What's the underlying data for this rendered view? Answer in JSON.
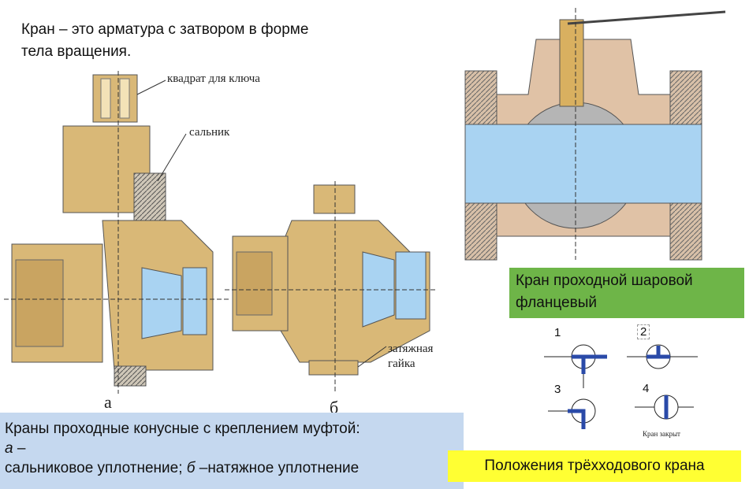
{
  "header": {
    "title": "Кран – это арматура с затвором в форме\nтела вращения."
  },
  "left_diagram": {
    "labels": {
      "square": "квадрат для ключа",
      "gland": "сальник",
      "a": "а",
      "b": "б",
      "nut_line1": "затяжная",
      "nut_line2": "гайка"
    }
  },
  "ball_valve": {
    "caption": "Кран проходной шаровой\nфланцевый"
  },
  "three_way": {
    "positions": [
      "1",
      "2",
      "3",
      "4"
    ],
    "closed_label": "Кран закрыт",
    "caption": "Положения трёхходового крана"
  },
  "bottom": {
    "line1": "Краны проходные конусные с креплением муфтой:",
    "a_letter": "а",
    "line2_rest": " –",
    "line3_a": "сальниковое уплотнение; ",
    "b_letter": "б",
    "line3_b": " –натяжное уплотнение"
  },
  "colors": {
    "body": "#d9b877",
    "fluid": "#a9d3f2",
    "green": "#6eb548",
    "blue_box": "#c5d8ef",
    "yellow": "#ffff33",
    "arrow": "#2a4aa8"
  }
}
